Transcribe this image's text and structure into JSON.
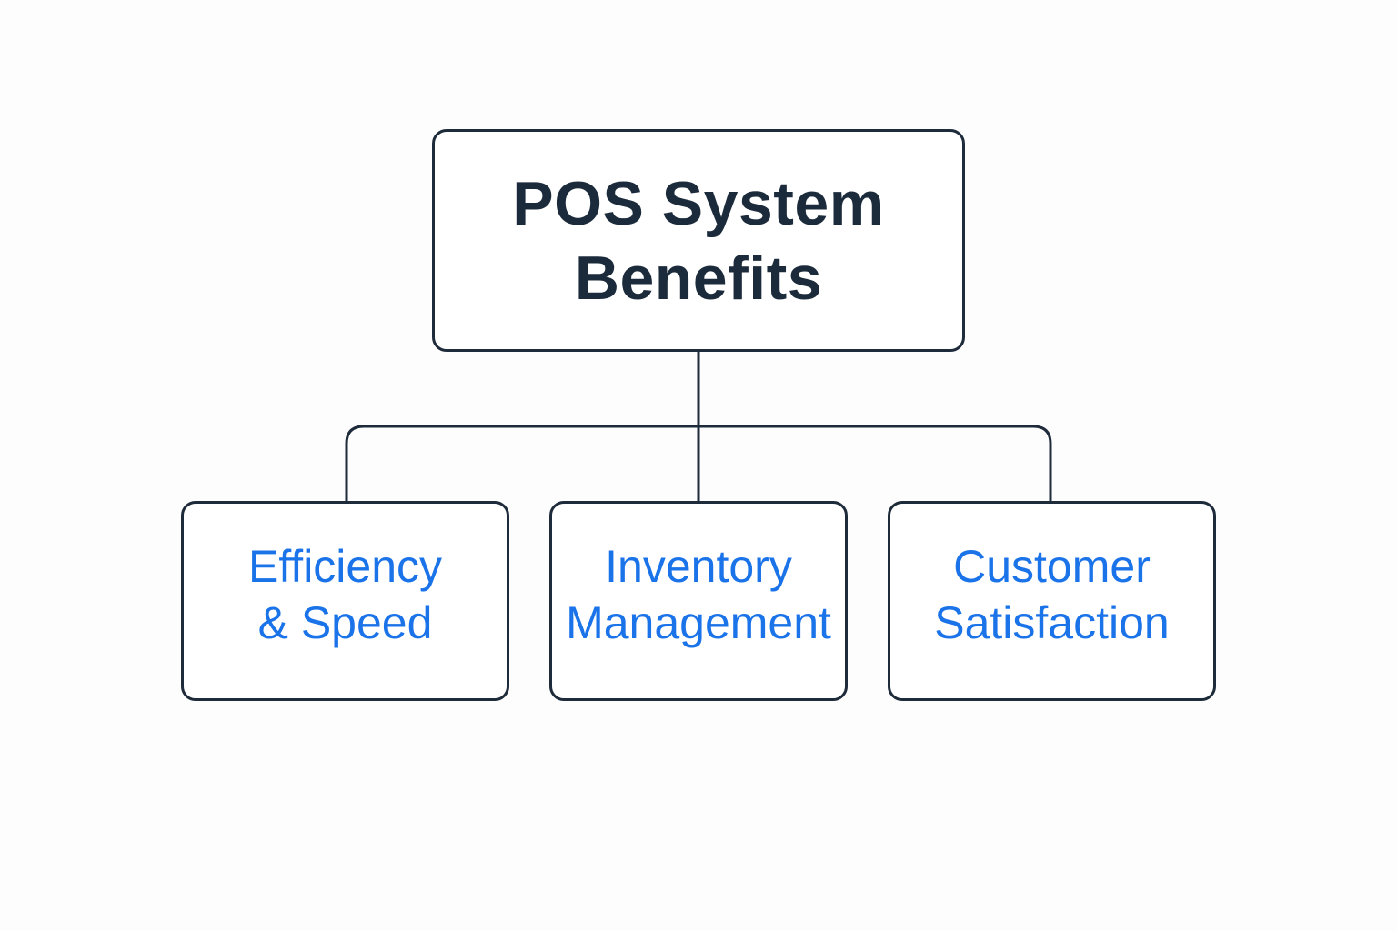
{
  "diagram": {
    "root": {
      "label": "POS System\nBenefits"
    },
    "children": [
      {
        "label": "Efficiency\n& Speed"
      },
      {
        "label": "Inventory\nManagement"
      },
      {
        "label": "Customer\nSatisfaction"
      }
    ]
  },
  "colors": {
    "root_text": "#1c2b3b",
    "child_text": "#1a73e8",
    "border": "#1e2b3a",
    "background": "#fdfdfd"
  }
}
